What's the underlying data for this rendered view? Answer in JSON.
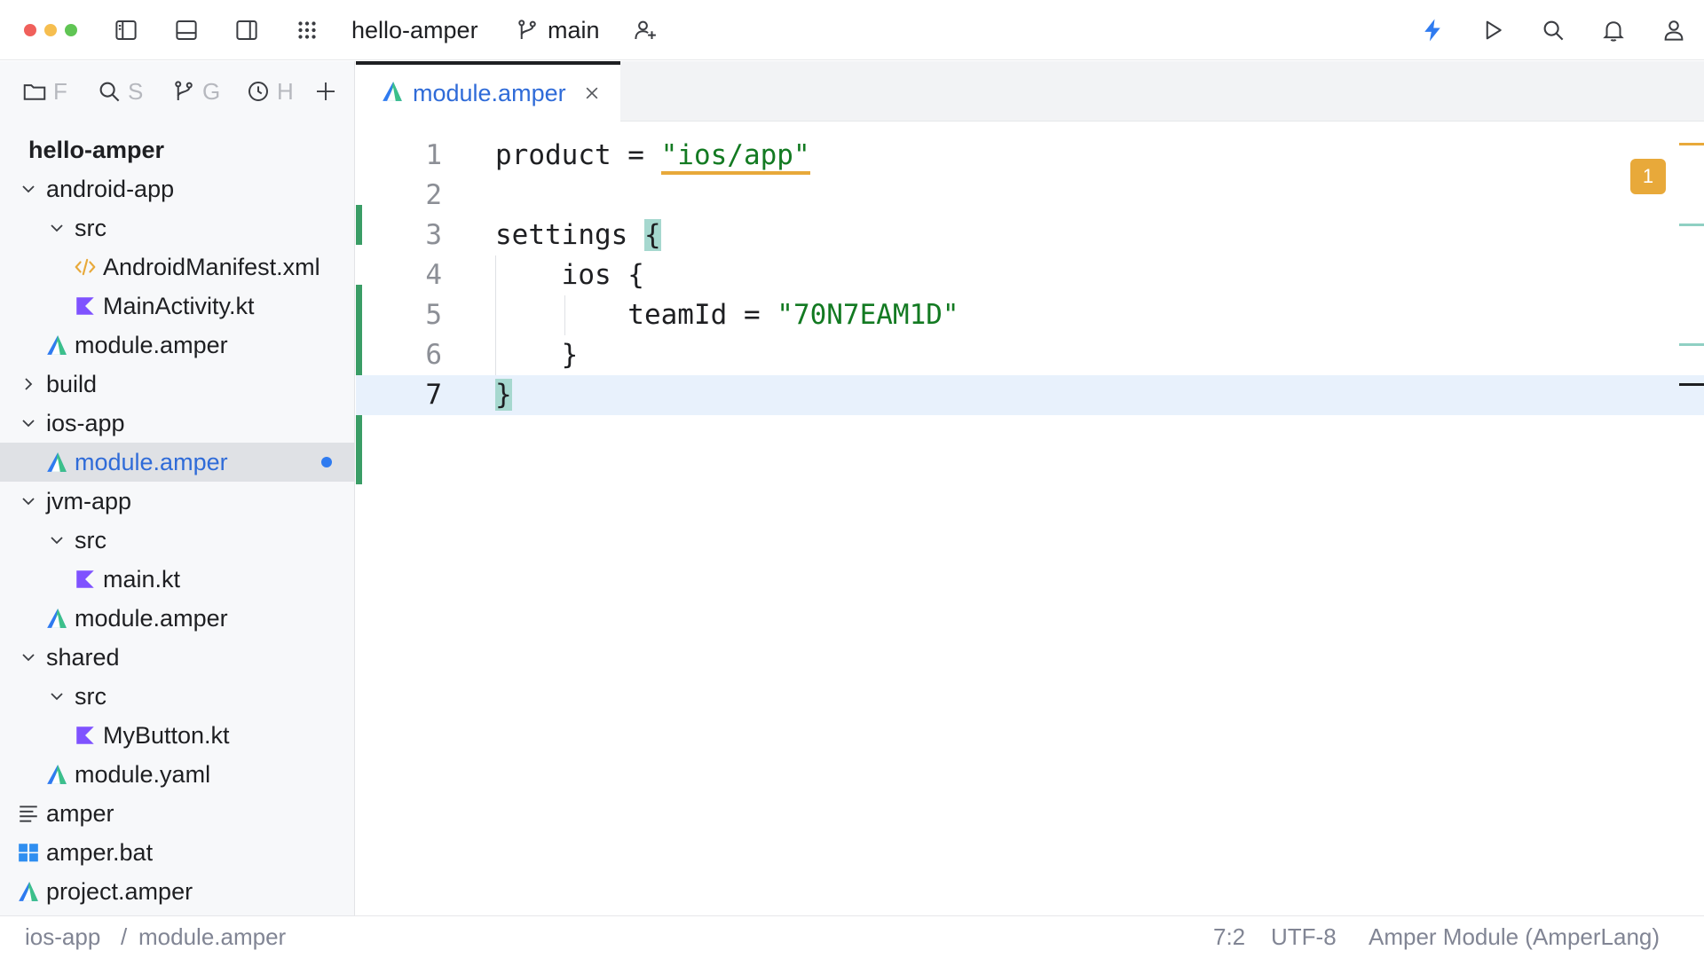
{
  "titlebar": {
    "project_name": "hello-amper",
    "branch": "main",
    "traffic_colors": [
      "#f0605b",
      "#f6be4f",
      "#60c554"
    ],
    "icons": [
      "sidebar-left-icon",
      "panel-bottom-icon",
      "sidebar-right-icon",
      "apps-grid-icon",
      "git-branch-icon",
      "add-user-icon",
      "lightning-icon",
      "run-icon",
      "search-icon",
      "bell-icon",
      "user-icon"
    ]
  },
  "sidebar": {
    "tabs": [
      {
        "icon": "folder-icon",
        "label": "F"
      },
      {
        "icon": "search-icon",
        "label": "S"
      },
      {
        "icon": "git-icon",
        "label": "G"
      },
      {
        "icon": "history-icon",
        "label": "H"
      }
    ],
    "tree": [
      {
        "label": "hello-amper",
        "depth": 0,
        "kind": "root"
      },
      {
        "label": "android-app",
        "depth": 0,
        "kind": "folder",
        "expanded": true
      },
      {
        "label": "src",
        "depth": 1,
        "kind": "folder",
        "expanded": true
      },
      {
        "label": "AndroidManifest.xml",
        "depth": 2,
        "kind": "xml"
      },
      {
        "label": "MainActivity.kt",
        "depth": 2,
        "kind": "kotlin"
      },
      {
        "label": "module.amper",
        "depth": 1,
        "kind": "amper"
      },
      {
        "label": "build",
        "depth": 0,
        "kind": "folder",
        "expanded": false
      },
      {
        "label": "ios-app",
        "depth": 0,
        "kind": "folder",
        "expanded": true
      },
      {
        "label": "module.amper",
        "depth": 1,
        "kind": "amper",
        "selected": true,
        "modified": true
      },
      {
        "label": "jvm-app",
        "depth": 0,
        "kind": "folder",
        "expanded": true
      },
      {
        "label": "src",
        "depth": 1,
        "kind": "folder",
        "expanded": true
      },
      {
        "label": "main.kt",
        "depth": 2,
        "kind": "kotlin"
      },
      {
        "label": "module.amper",
        "depth": 1,
        "kind": "amper"
      },
      {
        "label": "shared",
        "depth": 0,
        "kind": "folder",
        "expanded": true
      },
      {
        "label": "src",
        "depth": 1,
        "kind": "folder",
        "expanded": true
      },
      {
        "label": "MyButton.kt",
        "depth": 2,
        "kind": "kotlin"
      },
      {
        "label": "module.yaml",
        "depth": 1,
        "kind": "amper"
      },
      {
        "label": "amper",
        "depth": 0,
        "kind": "text"
      },
      {
        "label": "amper.bat",
        "depth": 0,
        "kind": "windows"
      },
      {
        "label": "project.amper",
        "depth": 0,
        "kind": "amper"
      }
    ]
  },
  "editor": {
    "tab_label": "module.amper",
    "warning_count": "1",
    "current_line": 7,
    "lines": [
      {
        "num": "1",
        "parts": [
          {
            "t": "product = "
          },
          {
            "t": "\"ios/app\"",
            "c": "str warn-underline"
          }
        ]
      },
      {
        "num": "2",
        "parts": []
      },
      {
        "num": "3",
        "parts": [
          {
            "t": "settings "
          },
          {
            "t": "{",
            "c": "brace-hl"
          }
        ]
      },
      {
        "num": "4",
        "parts": [
          {
            "t": "    ios {"
          }
        ]
      },
      {
        "num": "5",
        "parts": [
          {
            "t": "        teamId = "
          },
          {
            "t": "\"70N7EAM1D\"",
            "c": "str"
          }
        ]
      },
      {
        "num": "6",
        "parts": [
          {
            "t": "    }"
          }
        ]
      },
      {
        "num": "7",
        "parts": [
          {
            "t": "}",
            "c": "brace-hl"
          }
        ]
      }
    ]
  },
  "statusbar": {
    "breadcrumb_folder": "ios-app",
    "breadcrumb_sep": "/",
    "breadcrumb_file": "module.amper",
    "position": "7:2",
    "encoding": "UTF-8",
    "language": "Amper Module (AmperLang)"
  },
  "colors": {
    "accent_blue": "#2f6bd8",
    "string_green": "#137a22",
    "warning_orange": "#e8a93a",
    "vcs_green": "#3a9d66",
    "kotlin_purple": "#7f52ff"
  }
}
